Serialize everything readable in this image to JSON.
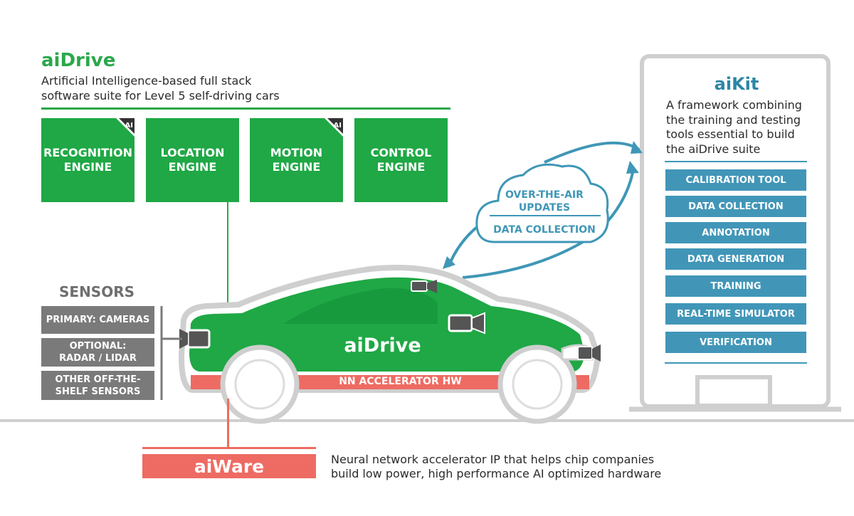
{
  "aidrive": {
    "title": "aiDrive",
    "description": [
      "Artificial Intelligence-based full stack",
      "software suite for Level 5 self-driving cars"
    ],
    "engines": [
      {
        "lines": [
          "RECOGNITION",
          "ENGINE"
        ],
        "ai_tag": "AI"
      },
      {
        "lines": [
          "LOCATION",
          "ENGINE"
        ],
        "ai_tag": ""
      },
      {
        "lines": [
          "MOTION",
          "ENGINE"
        ],
        "ai_tag": "AI"
      },
      {
        "lines": [
          "CONTROL",
          "ENGINE"
        ],
        "ai_tag": ""
      }
    ]
  },
  "aikit": {
    "title": "aiKit",
    "description": [
      "A framework combining",
      "the training and testing",
      "tools essential to build",
      "the aiDrive suite"
    ],
    "tools": [
      "CALIBRATION TOOL",
      "DATA COLLECTION",
      "ANNOTATION",
      "DATA GENERATION",
      "TRAINING",
      "REAL-TIME SIMULATOR",
      "VERIFICATION"
    ]
  },
  "cloud": {
    "line1": "OVER-THE-AIR",
    "line2": "UPDATES",
    "line3": "DATA COLLECTION"
  },
  "sensors": {
    "title": "SENSORS",
    "items": [
      {
        "lines": [
          "PRIMARY: CAMERAS"
        ]
      },
      {
        "lines": [
          "OPTIONAL:",
          "RADAR / LIDAR"
        ]
      },
      {
        "lines": [
          "OTHER OFF-THE-",
          "SHELF SENSORS"
        ]
      }
    ]
  },
  "car": {
    "label": "aiDrive",
    "accelerator_label": "NN ACCELERATOR HW"
  },
  "aiware": {
    "title": "aiWare",
    "description": [
      "Neural network accelerator IP that helps chip companies",
      "build low power, high performance AI optimized hardware"
    ]
  },
  "colors": {
    "aidrive_green": "#1fa845",
    "aikit_blue": "#4196b8",
    "aiware_red": "#ee6b63",
    "sensor_gray": "#7a7a7a"
  }
}
